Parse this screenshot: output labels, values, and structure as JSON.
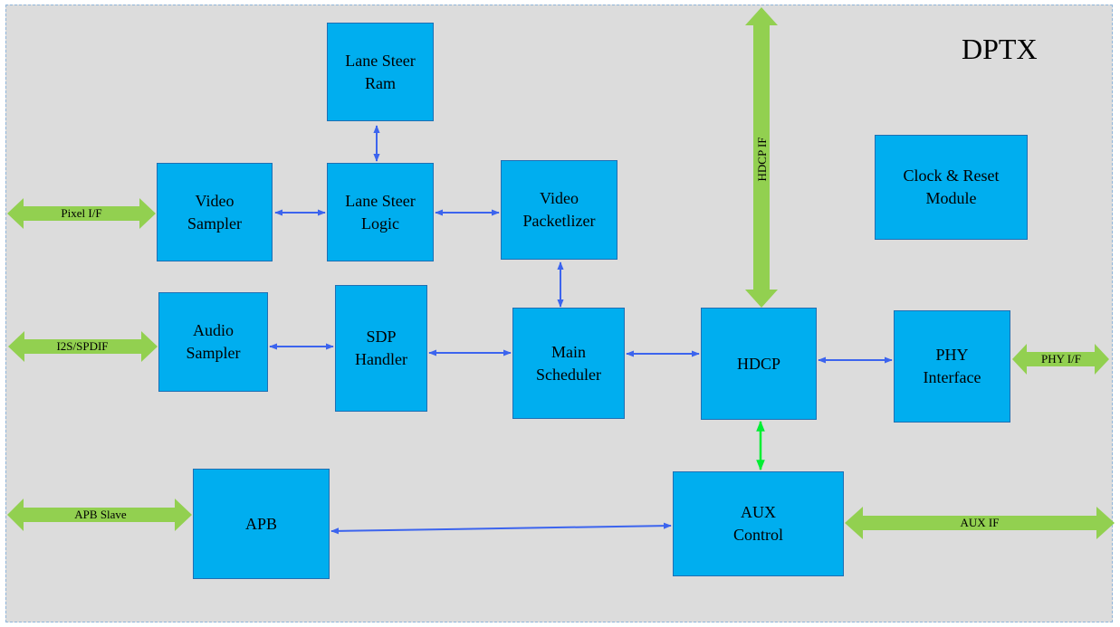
{
  "title": "DPTX",
  "colors": {
    "background": "#dcdcdc",
    "block_fill": "#00aeef",
    "block_border": "#1f6fb3",
    "bus_arrow": "#92d050",
    "link_arrow": "#3c64ee",
    "aux_link_arrow": "#00ee33"
  },
  "blocks": {
    "lane_steer_ram": "Lane Steer\nRam",
    "video_sampler": "Video\nSampler",
    "lane_steer_logic": "Lane Steer\nLogic",
    "video_packetizer": "Video\nPacketlizer",
    "clock_reset": "Clock & Reset\nModule",
    "audio_sampler": "Audio\nSampler",
    "sdp_handler": "SDP\nHandler",
    "main_scheduler": "Main\nScheduler",
    "hdcp": "HDCP",
    "phy_interface": "PHY\nInterface",
    "apb": "APB",
    "aux_control": "AUX\nControl"
  },
  "interfaces": {
    "pixel": "Pixel I/F",
    "i2s_spdif": "I2S/SPDIF",
    "apb_slave": "APB Slave",
    "hdcp_if": "HDCP IF",
    "phy_if": "PHY I/F",
    "aux_if": "AUX IF"
  }
}
